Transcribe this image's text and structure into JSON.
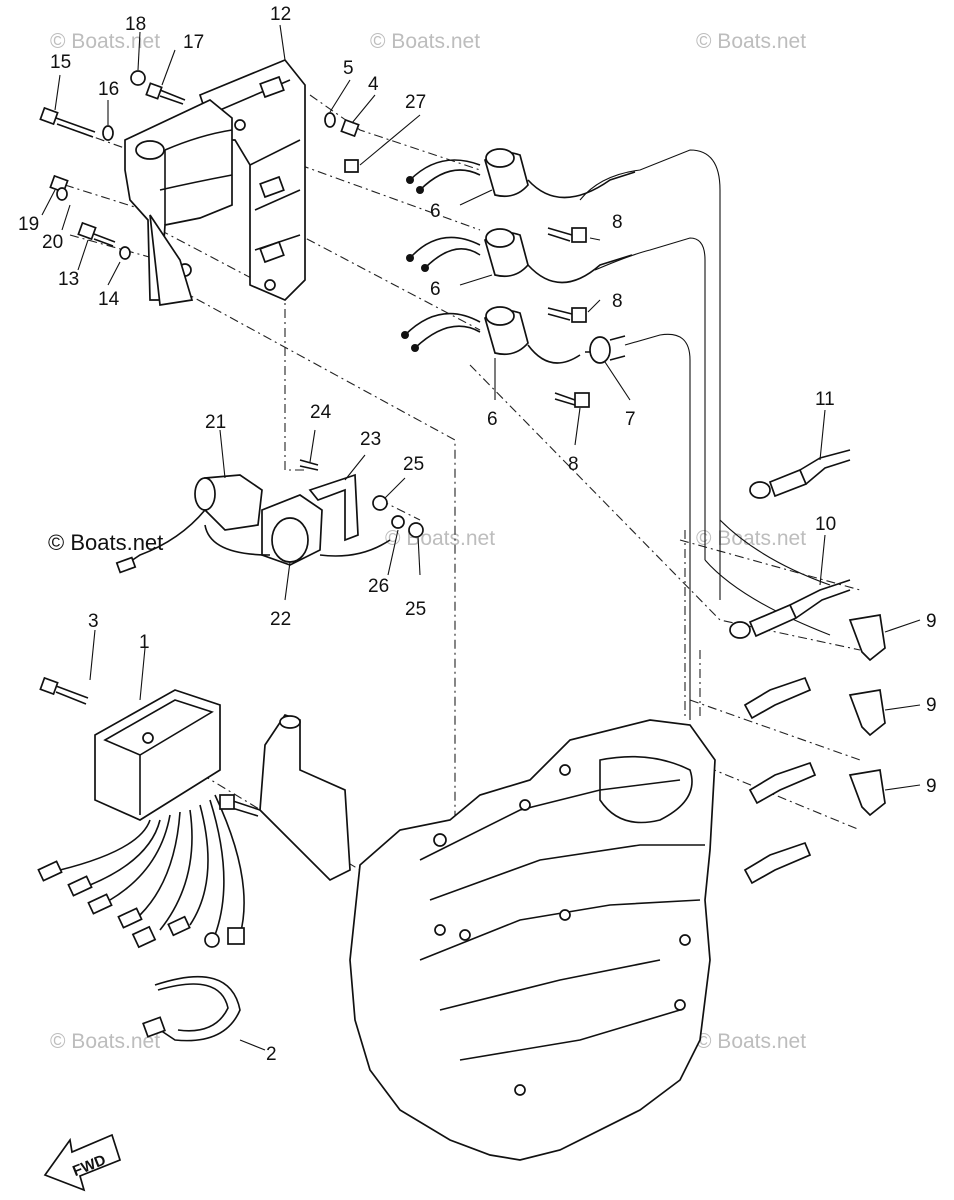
{
  "watermarks": [
    {
      "text": "© Boats.net"
    },
    {
      "text": "© Boats.net"
    },
    {
      "text": "© Boats.net"
    },
    {
      "text": "© Boats.net"
    },
    {
      "text": "© Boats.net"
    },
    {
      "text": "© Boats.net"
    },
    {
      "text": "© Boats.net"
    },
    {
      "text": "© Boats.net"
    }
  ],
  "callouts": [
    "1",
    "2",
    "3",
    "4",
    "5",
    "6",
    "6",
    "6",
    "7",
    "8",
    "8",
    "8",
    "9",
    "9",
    "9",
    "10",
    "11",
    "12",
    "13",
    "14",
    "15",
    "16",
    "17",
    "18",
    "19",
    "20",
    "21",
    "22",
    "23",
    "24",
    "25",
    "25",
    "26",
    "27"
  ],
  "fwd_label": "FWD"
}
